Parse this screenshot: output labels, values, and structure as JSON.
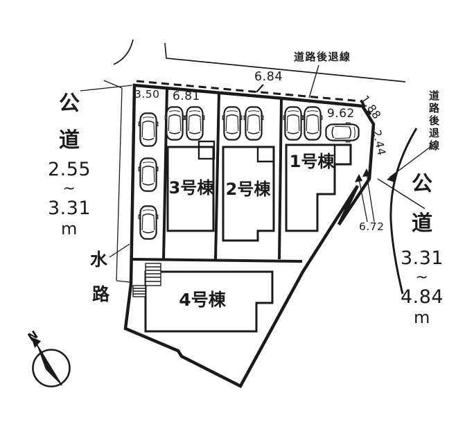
{
  "colors": {
    "ink": "#1a1a1a",
    "paper": "#ffffff"
  },
  "compass": {
    "north": "N"
  },
  "setback": {
    "top_label": "道路後退線",
    "right_label": "道路後退線"
  },
  "roads": {
    "west": {
      "type": "公",
      "suffix": "道",
      "min": "2.55",
      "tilde": "~",
      "max": "3.31",
      "unit": "m"
    },
    "east": {
      "type": "公",
      "suffix": "道",
      "min": "3.31",
      "tilde": "~",
      "max": "4.84",
      "unit": "m"
    }
  },
  "waterway": {
    "char1": "水",
    "char2": "路"
  },
  "buildings": {
    "b1": "1号棟",
    "b2": "2号棟",
    "b3": "3号棟",
    "b4": "4号棟"
  },
  "dimensions": {
    "parking_left": "3.50",
    "plot3_frontage": "6.81",
    "north_setback": "6.84",
    "plot1_frontage": "9.62",
    "corner_a": "1.88",
    "corner_b": "2.44",
    "east_frontage": "6.72"
  }
}
